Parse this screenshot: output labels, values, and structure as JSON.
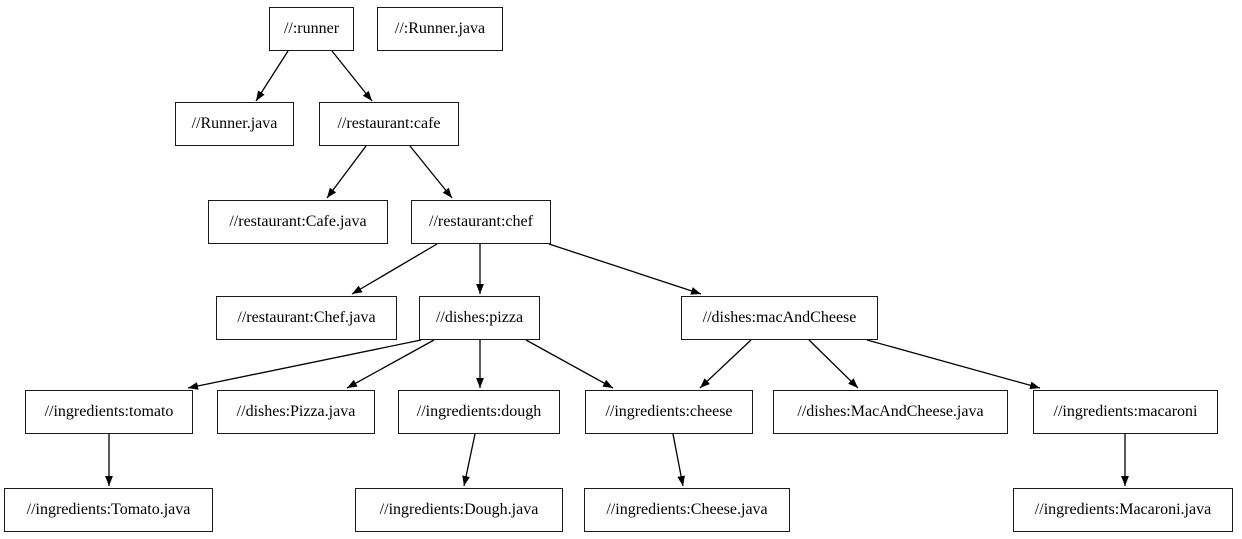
{
  "diagram": {
    "type": "dependency-graph",
    "style": "graphviz-digraph",
    "background_color": "#ffffff",
    "node_fill_color": "#ffffff",
    "node_border_color": "#1a1a1a",
    "text_color": "#000000",
    "edge_color": "#000000",
    "nodes": [
      {
        "id": "runner",
        "label": "//:runner"
      },
      {
        "id": "runner-java-target",
        "label": "//:Runner.java"
      },
      {
        "id": "runner-java",
        "label": "//Runner.java"
      },
      {
        "id": "cafe",
        "label": "//restaurant:cafe"
      },
      {
        "id": "cafe-java",
        "label": "//restaurant:Cafe.java"
      },
      {
        "id": "chef",
        "label": "//restaurant:chef"
      },
      {
        "id": "chef-java",
        "label": "//restaurant:Chef.java"
      },
      {
        "id": "pizza",
        "label": "//dishes:pizza"
      },
      {
        "id": "mac-and-cheese",
        "label": "//dishes:macAndCheese"
      },
      {
        "id": "tomato",
        "label": "//ingredients:tomato"
      },
      {
        "id": "pizza-java",
        "label": "//dishes:Pizza.java"
      },
      {
        "id": "dough",
        "label": "//ingredients:dough"
      },
      {
        "id": "cheese",
        "label": "//ingredients:cheese"
      },
      {
        "id": "mac-and-cheese-java",
        "label": "//dishes:MacAndCheese.java"
      },
      {
        "id": "macaroni",
        "label": "//ingredients:macaroni"
      },
      {
        "id": "tomato-java",
        "label": "//ingredients:Tomato.java"
      },
      {
        "id": "dough-java",
        "label": "//ingredients:Dough.java"
      },
      {
        "id": "cheese-java",
        "label": "//ingredients:Cheese.java"
      },
      {
        "id": "macaroni-java",
        "label": "//ingredients:Macaroni.java"
      }
    ],
    "edges": [
      {
        "from": "runner",
        "to": "runner-java"
      },
      {
        "from": "runner",
        "to": "cafe"
      },
      {
        "from": "cafe",
        "to": "cafe-java"
      },
      {
        "from": "cafe",
        "to": "chef"
      },
      {
        "from": "chef",
        "to": "chef-java"
      },
      {
        "from": "chef",
        "to": "pizza"
      },
      {
        "from": "chef",
        "to": "mac-and-cheese"
      },
      {
        "from": "pizza",
        "to": "tomato"
      },
      {
        "from": "pizza",
        "to": "pizza-java"
      },
      {
        "from": "pizza",
        "to": "dough"
      },
      {
        "from": "pizza",
        "to": "cheese"
      },
      {
        "from": "mac-and-cheese",
        "to": "cheese"
      },
      {
        "from": "mac-and-cheese",
        "to": "mac-and-cheese-java"
      },
      {
        "from": "mac-and-cheese",
        "to": "macaroni"
      },
      {
        "from": "tomato",
        "to": "tomato-java"
      },
      {
        "from": "dough",
        "to": "dough-java"
      },
      {
        "from": "cheese",
        "to": "cheese-java"
      },
      {
        "from": "macaroni",
        "to": "macaroni-java"
      }
    ]
  }
}
